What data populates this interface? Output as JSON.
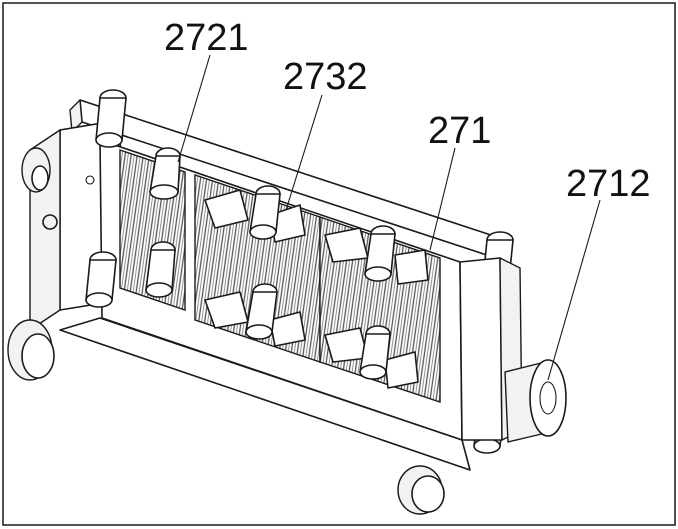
{
  "labels": {
    "part_2721": "2721",
    "part_2732": "2732",
    "part_271": "271",
    "part_2712": "2712"
  },
  "colors": {
    "ink": "#1a1a1a",
    "hatch": "#555555",
    "background": "#ffffff"
  }
}
